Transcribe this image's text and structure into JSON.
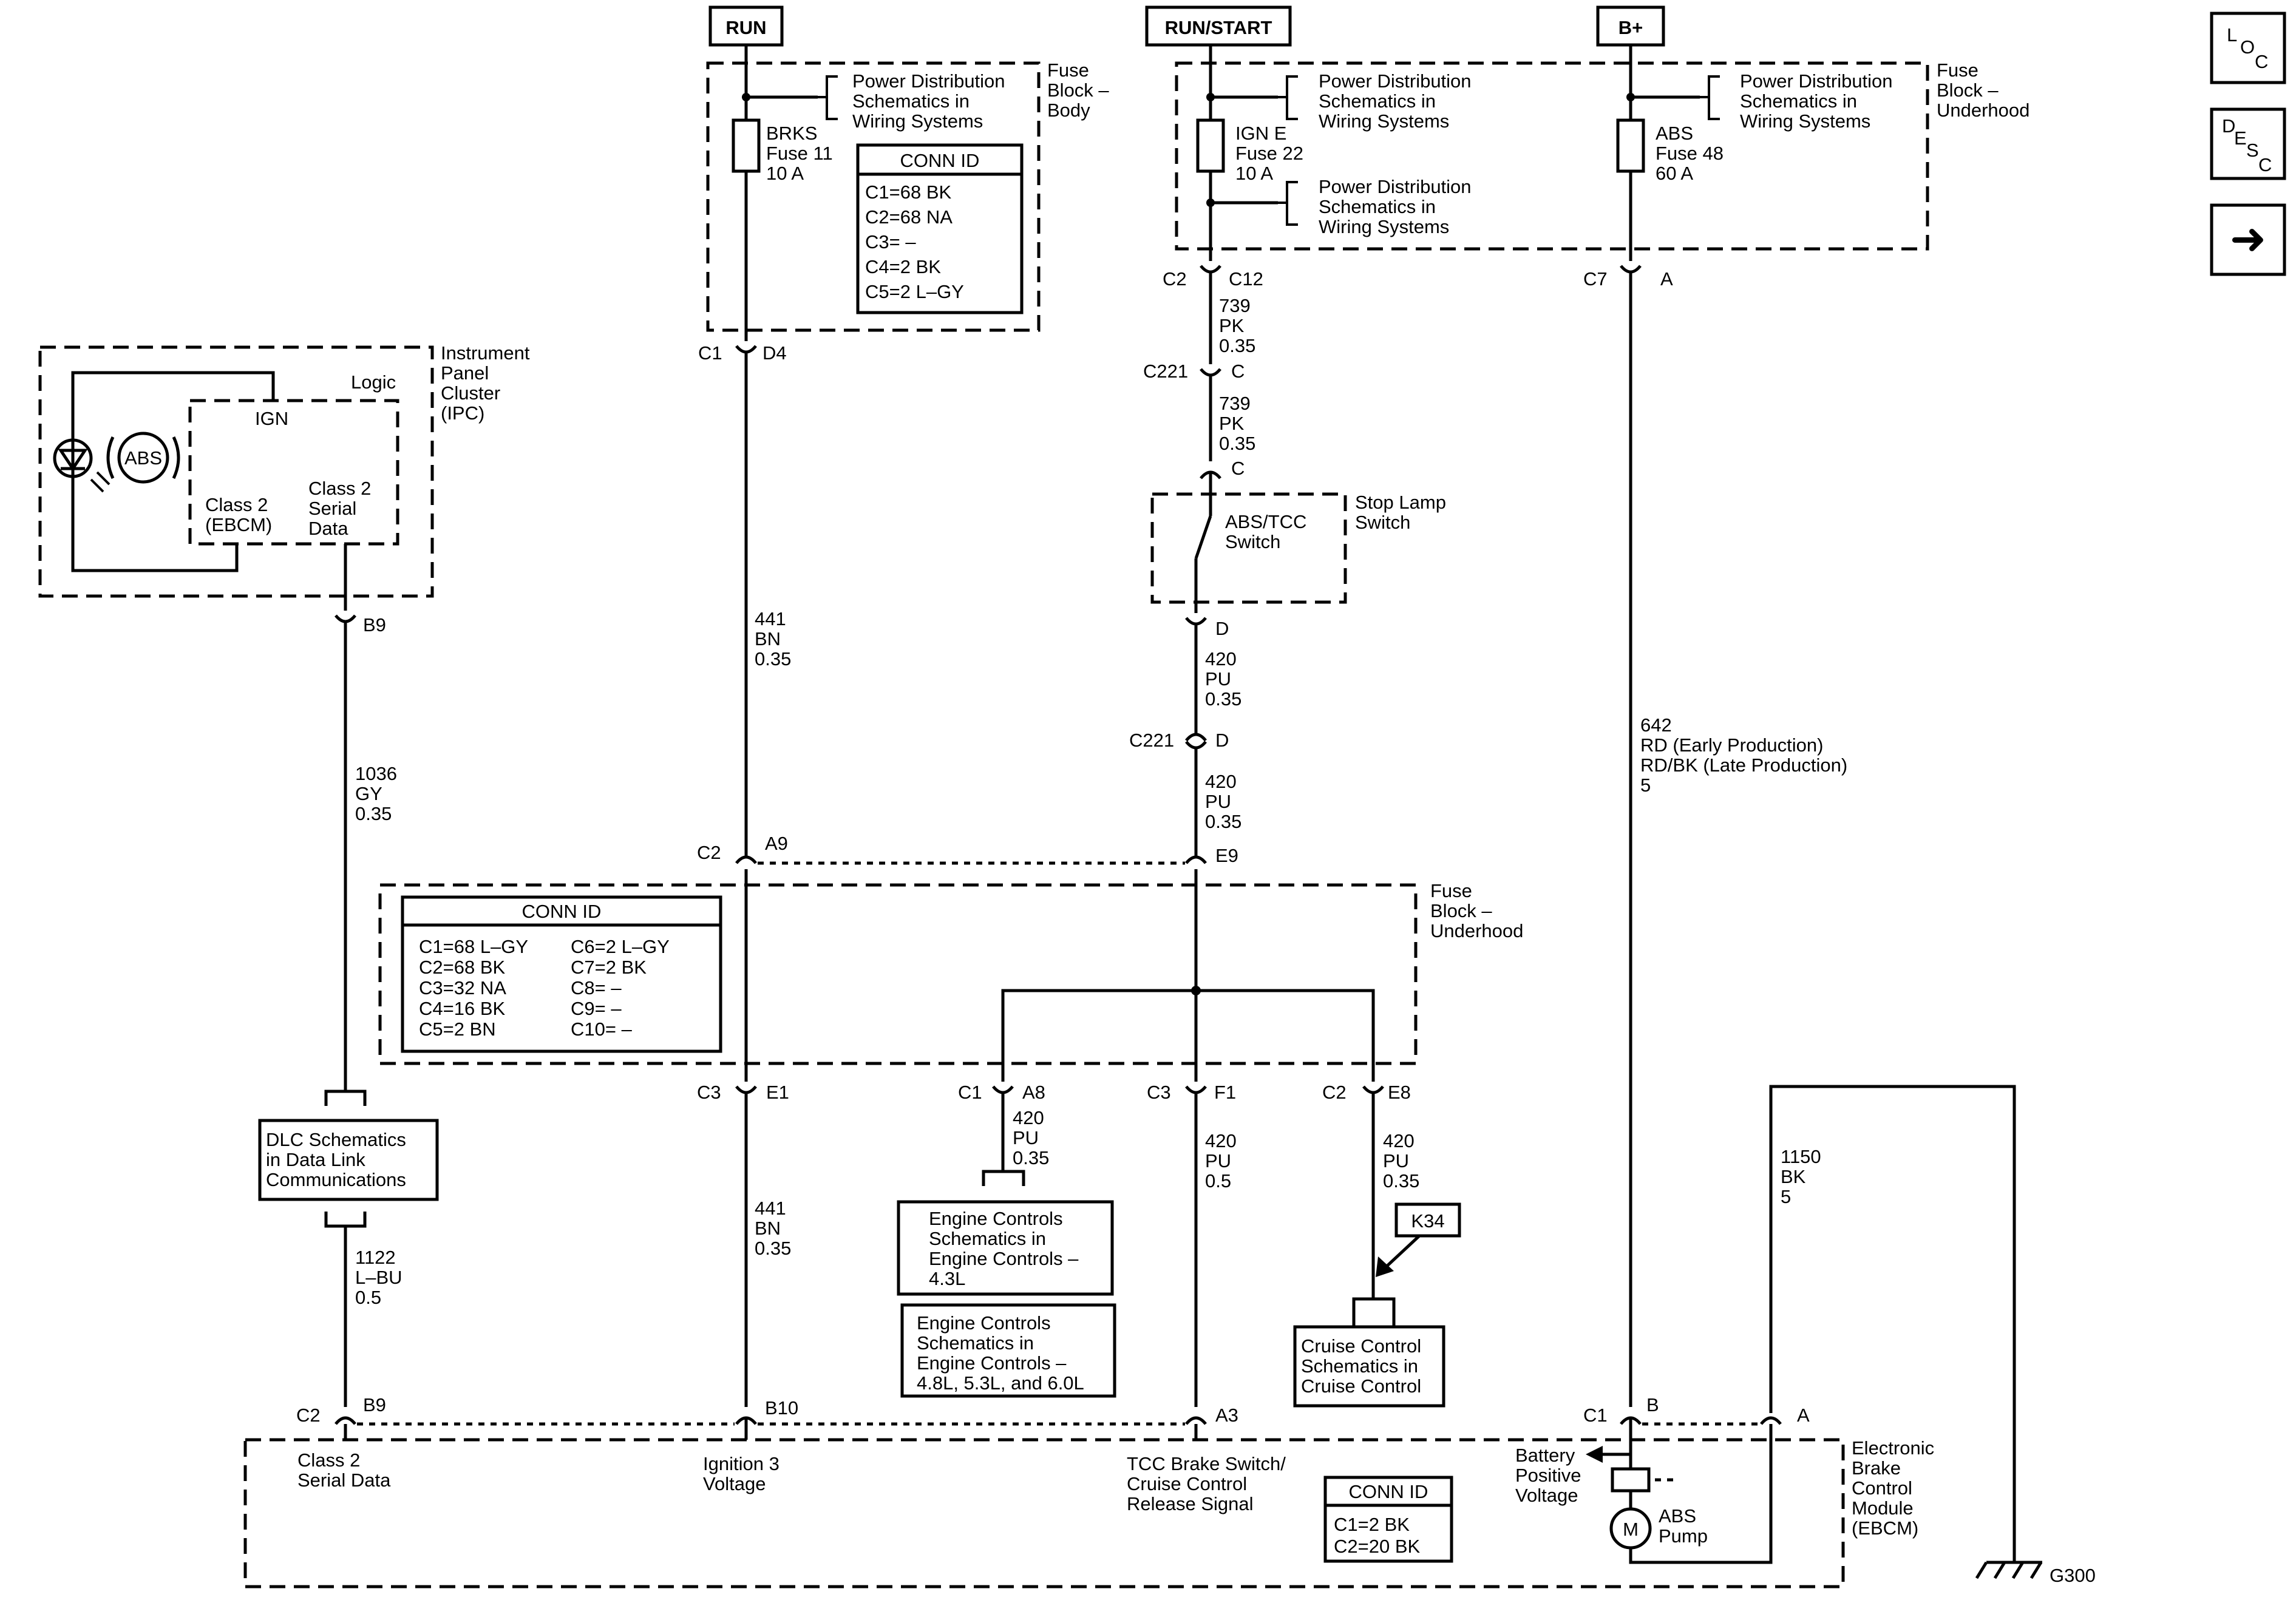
{
  "power_sources": {
    "run": "RUN",
    "run_start": "RUN/START",
    "bplus": "B+"
  },
  "nav": {
    "loc": {
      "a": "L",
      "b": "O",
      "c": "C"
    },
    "desc": {
      "a": "D",
      "b": "E",
      "c": "S",
      "d": "C"
    },
    "next_glyph": "➜"
  },
  "fuse_block_body": {
    "title": [
      "Fuse",
      "Block –",
      "Body"
    ],
    "pds_ref": [
      "Power Distribution",
      "Schematics in",
      "Wiring  Systems"
    ],
    "fuse": [
      "BRKS",
      "Fuse 11",
      "10 A"
    ],
    "conn_id": {
      "title": "CONN ID",
      "rows": [
        "C1=68 BK",
        "C2=68 NA",
        "C3= –",
        "C4=2 BK",
        "C5=2 L–GY"
      ]
    }
  },
  "fuse_block_underhood_top": {
    "title": [
      "Fuse",
      "Block –",
      "Underhood"
    ],
    "pds_ref_1": [
      "Power Distribution",
      "Schematics in",
      "Wiring  Systems"
    ],
    "pds_ref_2": [
      "Power Distribution",
      "Schematics in",
      "Wiring  Systems"
    ],
    "pds_ref_3": [
      "Power Distribution",
      "Schematics in",
      "Wiring  Systems"
    ],
    "ign_fuse": [
      "IGN E",
      "Fuse 22",
      "10 A"
    ],
    "abs_fuse": [
      "ABS",
      "Fuse 48",
      "60 A"
    ]
  },
  "ipc": {
    "title": [
      "Instrument",
      "Panel",
      "Cluster",
      "(IPC)"
    ],
    "logic": "Logic",
    "ign": "IGN",
    "abs_symbol": "ABS",
    "class2_ebcm": [
      "Class 2",
      "(EBCM)"
    ],
    "class2_serial": [
      "Class 2",
      "Serial",
      "Data"
    ]
  },
  "connectors": {
    "c1": "C1",
    "d4": "D4",
    "c2_top": "C2",
    "c12": "C12",
    "c7": "C7",
    "a_top": "A",
    "c221_a": "C221",
    "c_a": "C",
    "c_b": "C",
    "d_a": "D",
    "c221_b": "C221",
    "d_b": "D",
    "b9_ipc": "B9",
    "c2_mid": "C2",
    "a9": "A9",
    "e9": "E9",
    "c3_a": "C3",
    "e1": "E1",
    "c1_b": "C1",
    "a8": "A8",
    "c3_b": "C3",
    "f1": "F1",
    "c2_c": "C2",
    "e8": "E8",
    "c2_bot": "C2",
    "b9_bot": "B9",
    "b10": "B10",
    "a3": "A3",
    "c1_bot": "C1",
    "b_bot": "B",
    "a_bot": "A"
  },
  "wires": {
    "w739_a": [
      "739",
      "PK",
      "0.35"
    ],
    "w739_b": [
      "739",
      "PK",
      "0.35"
    ],
    "w441_a": [
      "441",
      "BN",
      "0.35"
    ],
    "w420_a": [
      "420",
      "PU",
      "0.35"
    ],
    "w420_b": [
      "420",
      "PU",
      "0.35"
    ],
    "w642": [
      "642",
      "RD (Early Production)",
      "RD/BK (Late Production)",
      "5"
    ],
    "w1036": [
      "1036",
      "GY",
      "0.35"
    ],
    "w441_b": [
      "441",
      "BN",
      "0.35"
    ],
    "w420_c": [
      "420",
      "PU",
      "0.35"
    ],
    "w420_d": [
      "420",
      "PU",
      "0.5"
    ],
    "w420_e": [
      "420",
      "PU",
      "0.35"
    ],
    "w1150": [
      "1150",
      "BK",
      "5"
    ],
    "w1122": [
      "1122",
      "L–BU",
      "0.5"
    ]
  },
  "stop_lamp": {
    "title": [
      "Stop Lamp",
      "Switch"
    ],
    "switch": [
      "ABS/TCC",
      "Switch"
    ]
  },
  "fuse_block_underhood_mid": {
    "title": [
      "Fuse",
      "Block –",
      "Underhood"
    ],
    "conn_id": {
      "title": "CONN ID",
      "left": [
        "C1=68 L–GY",
        "C2=68 BK",
        "C3=32 NA",
        "C4=16 BK",
        "C5=2 BN"
      ],
      "right": [
        "C6=2 L–GY",
        "C7=2 BK",
        "C8= –",
        "C9= –",
        "C10= –"
      ]
    }
  },
  "refs": {
    "dlc": [
      "DLC Schematics",
      "in Data Link",
      "Communications"
    ],
    "engine_43": [
      "Engine Controls",
      "Schematics in",
      "Engine Controls –",
      "4.3L"
    ],
    "engine_48": [
      "Engine Controls",
      "Schematics in",
      "Engine Controls –",
      "4.8L, 5.3L, and 6.0L"
    ],
    "k34": "K34",
    "cruise": [
      "Cruise Control",
      "Schematics in",
      "Cruise Control"
    ]
  },
  "ebcm": {
    "title": [
      "Electronic",
      "Brake",
      "Control",
      "Module",
      "(EBCM)"
    ],
    "class2": [
      "Class 2",
      "Serial Data"
    ],
    "ign3": [
      "Ignition 3",
      "Voltage"
    ],
    "tcc": [
      "TCC Brake Switch/",
      "Cruise Control",
      "Release Signal"
    ],
    "battery": [
      "Battery",
      "Positive",
      "Voltage"
    ],
    "motor": "M",
    "pump": [
      "ABS",
      "Pump"
    ],
    "conn_id": {
      "title": "CONN ID",
      "rows": [
        "C1=2 BK",
        "C2=20 BK"
      ]
    }
  },
  "ground": "G300"
}
